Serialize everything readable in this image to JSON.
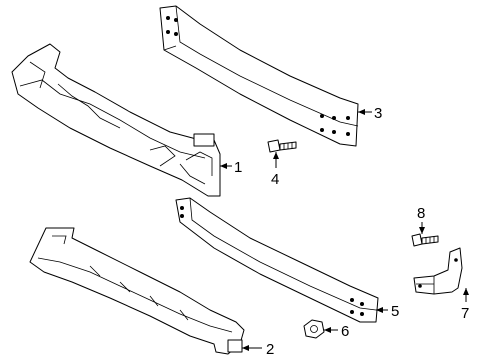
{
  "callouts": [
    {
      "number": "1",
      "part": "energy-absorber"
    },
    {
      "number": "2",
      "part": "lower-absorber"
    },
    {
      "number": "3",
      "part": "upper-reinforcement-beam"
    },
    {
      "number": "4",
      "part": "bolt"
    },
    {
      "number": "5",
      "part": "lower-reinforcement-beam"
    },
    {
      "number": "6",
      "part": "nut"
    },
    {
      "number": "7",
      "part": "bracket"
    },
    {
      "number": "8",
      "part": "bracket-bolt"
    }
  ],
  "colors": {
    "line": "#000000",
    "background": "#ffffff"
  }
}
